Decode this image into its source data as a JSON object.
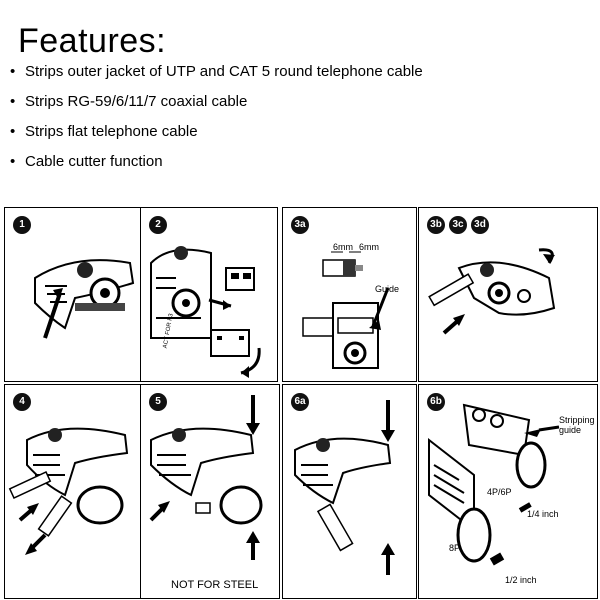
{
  "title": "Features:",
  "features": [
    "Strips outer jacket of UTP and CAT 5 round telephone cable",
    "Strips RG-59/6/11/7  coaxial cable",
    "Strips flat telephone cable",
    "Cable cutter function"
  ],
  "steps": {
    "s1": "1",
    "s2": "2",
    "s3a": "3a",
    "s3b": "3b",
    "s3c": "3c",
    "s3d": "3d",
    "s4": "4",
    "s5": "5",
    "s6a": "6a",
    "s6b": "6b"
  },
  "labels": {
    "dim1": "6mm",
    "dim2": "6mm",
    "guide": "Guide",
    "not_for_steel": "NOT FOR STEEL",
    "stripping": "Stripping",
    "guide2": "guide",
    "p4_6": "4P/6P",
    "quarter_inch": "1/4 inch",
    "p8": "8P",
    "half_inch": "1/2 inch",
    "tool_text": "ACT FOR P3"
  }
}
